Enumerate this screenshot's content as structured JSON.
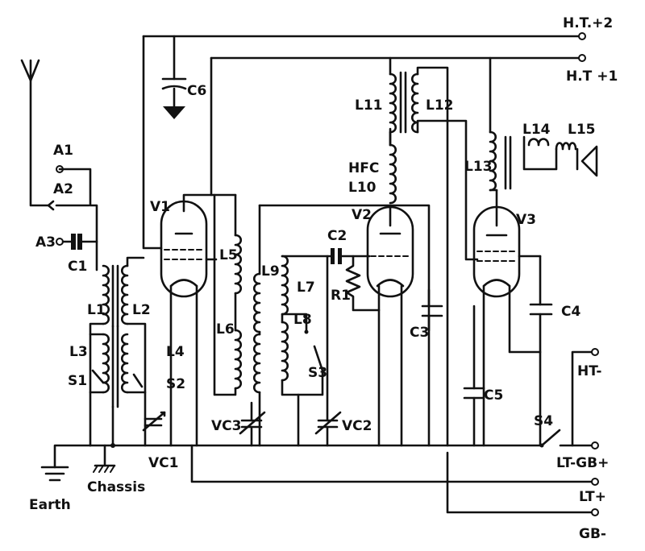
{
  "diagram": {
    "labels": {
      "ht2": "H.T.+2",
      "ht1": "H.T +1",
      "ht_minus": "HT-",
      "lt_gb": "LT-GB+",
      "lt_plus": "LT+",
      "gb_minus": "GB-",
      "s4": "S4",
      "earth": "Earth",
      "chassis": "Chassis",
      "a1": "A1",
      "a2": "A2",
      "a3": "A3",
      "c1": "C1",
      "c2": "C2",
      "c3": "C3",
      "c4": "C4",
      "c5": "C5",
      "c6": "C6",
      "v1": "V1",
      "v2": "V2",
      "v3": "V3",
      "l1": "L1",
      "l2": "L2",
      "l3": "L3",
      "l4": "L4",
      "l5": "L5",
      "l6": "L6",
      "l7": "L7",
      "l8": "L8",
      "l9": "L9",
      "l10": "L10",
      "l11": "L11",
      "l12": "L12",
      "l13": "L13",
      "l14": "L14",
      "l15": "L15",
      "hfc": "HFC",
      "r1": "R1",
      "s1": "S1",
      "s2": "S2",
      "s3": "S3",
      "vc1": "VC1",
      "vc2": "VC2",
      "vc3": "VC3"
    }
  }
}
